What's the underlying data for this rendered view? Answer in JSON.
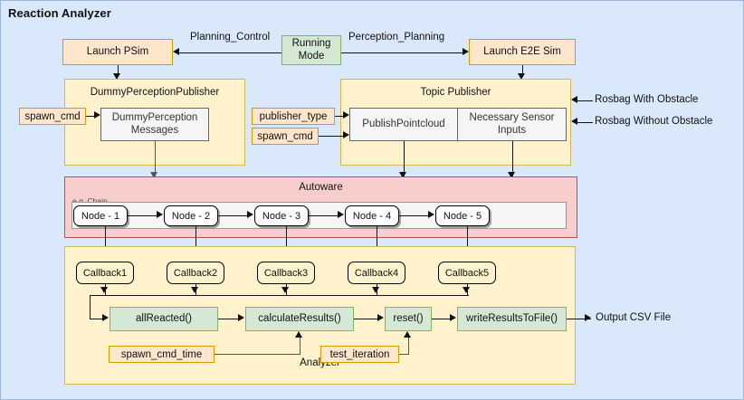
{
  "diagram": {
    "title": "Reaction Analyzer",
    "background_color": "#dae8fc"
  },
  "launch": {
    "psim_label": "Launch PSim",
    "e2e_label": "Launch E2E Sim",
    "running_mode_label": "Running\nMode",
    "running_mode_line1": "Running",
    "running_mode_line2": "Mode"
  },
  "edge_labels": {
    "planning_control": "Planning_Control",
    "perception_planning": "Perception_Planning",
    "rosbag_with": "Rosbag With Obstacle",
    "rosbag_without": "Rosbag Without Obstacle",
    "output_csv": "Output CSV File"
  },
  "dummy_perception": {
    "container_title": "DummyPerceptionPublisher",
    "inner_line1": "DummyPerception",
    "inner_line2": "Messages",
    "param_spawn_cmd": "spawn_cmd"
  },
  "topic_publisher": {
    "container_title": "Topic Publisher",
    "inner_left": "PublishPointcloud",
    "inner_right_line1": "Necessary Sensor",
    "inner_right_line2": "Inputs",
    "param_publisher_type": "publisher_type",
    "param_spawn_cmd": "spawn_cmd"
  },
  "autoware": {
    "container_title": "Autoware",
    "chain_note": "e.g. Chain",
    "nodes": [
      {
        "label": "Node - 1"
      },
      {
        "label": "Node - 2"
      },
      {
        "label": "Node - 3"
      },
      {
        "label": "Node - 4"
      },
      {
        "label": "Node - 5"
      }
    ]
  },
  "analyzer": {
    "container_title": "Analyzer",
    "callbacks": [
      {
        "label": "Callback1"
      },
      {
        "label": "Callback2"
      },
      {
        "label": "Callback3"
      },
      {
        "label": "Callback4"
      },
      {
        "label": "Callback5"
      }
    ],
    "functions": [
      {
        "label": "allReacted()"
      },
      {
        "label": "calculateResults()"
      },
      {
        "label": "reset()"
      },
      {
        "label": "writeResultsToFile()"
      }
    ],
    "param_spawn_cmd_time": "spawn_cmd_time",
    "param_test_iteration": "test_iteration"
  },
  "colors": {
    "orange_fill": "#ffe6cc",
    "orange_stroke": "#d79b00",
    "green_fill": "#d5e8d4",
    "green_stroke": "#82b366",
    "yellow_fill": "#fff2cc",
    "yellow_stroke": "#d6b656",
    "pink_fill": "#f8cecc",
    "pink_stroke": "#b85450",
    "gray_fill": "#f5f5f5"
  }
}
